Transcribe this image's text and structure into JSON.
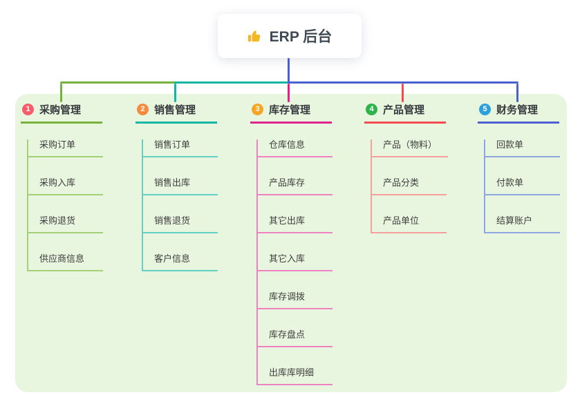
{
  "root": {
    "title": "ERP 后台",
    "icon": "thumbs-up",
    "icon_color": "#f5b825"
  },
  "colors": {
    "panel_background": "#e9f6df",
    "stem": "#4a5fd0",
    "text_dark": "#36393d"
  },
  "branches": [
    {
      "index": "1",
      "title": "采购管理",
      "badge_color": "#f75c6d",
      "line_color": "#76b13a",
      "child_line_color": "#a3cf77",
      "children": [
        "采购订单",
        "采购入库",
        "采购退货",
        "供应商信息"
      ]
    },
    {
      "index": "2",
      "title": "销售管理",
      "badge_color": "#f78b3d",
      "line_color": "#10b5a4",
      "child_line_color": "#63d0c3",
      "children": [
        "销售订单",
        "销售出库",
        "销售退货",
        "客户信息"
      ]
    },
    {
      "index": "3",
      "title": "库存管理",
      "badge_color": "#f6a623",
      "line_color": "#e0218a",
      "child_line_color": "#ee82c1",
      "children": [
        "仓库信息",
        "产品库存",
        "其它出库",
        "其它入库",
        "库存调拨",
        "库存盘点",
        "出库库明细"
      ]
    },
    {
      "index": "4",
      "title": "产品管理",
      "badge_color": "#2eb44a",
      "line_color": "#f54a50",
      "child_line_color": "#f79d9b",
      "children": [
        "产品（物料）",
        "产品分类",
        "产品单位"
      ]
    },
    {
      "index": "5",
      "title": "财务管理",
      "badge_color": "#2ba0dc",
      "line_color": "#4a5fd0",
      "child_line_color": "#8ea6dd",
      "children": [
        "回款单",
        "付款单",
        "结算账户"
      ]
    }
  ]
}
